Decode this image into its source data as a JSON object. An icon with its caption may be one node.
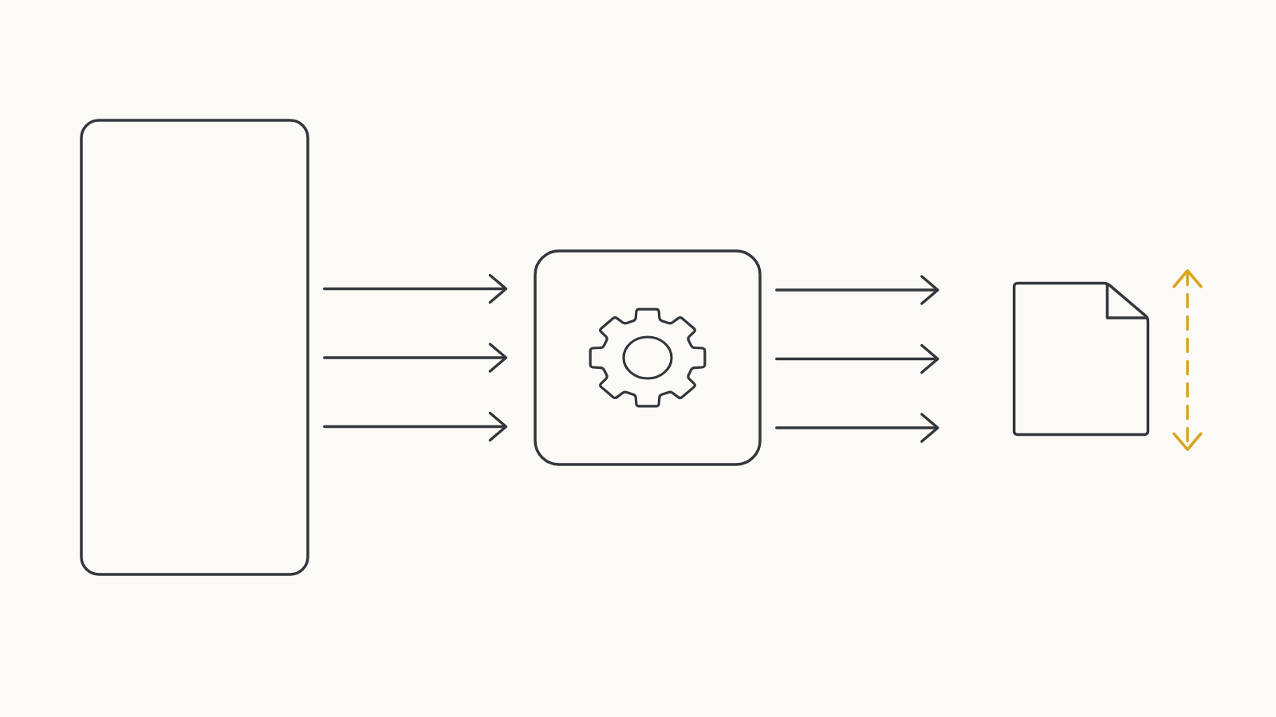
{
  "diagram": {
    "nodes": [
      {
        "text": [],
        "shape": "box"
      },
      {
        "text": [],
        "shape": "box"
      },
      {
        "text": [],
        "shape": "document"
      }
    ],
    "edges": [
      {
        "from": 0,
        "to": 1,
        "arrow": "to"
      },
      {
        "from": 0,
        "to": 1,
        "arrow": "to"
      },
      {
        "from": 0,
        "to": 1,
        "arrow": "to"
      },
      {
        "from": 1,
        "to": 2,
        "arrow": "to"
      },
      {
        "from": 1,
        "to": 2,
        "arrow": "to"
      },
      {
        "from": 1,
        "to": 2,
        "arrow": "to"
      }
    ]
  }
}
